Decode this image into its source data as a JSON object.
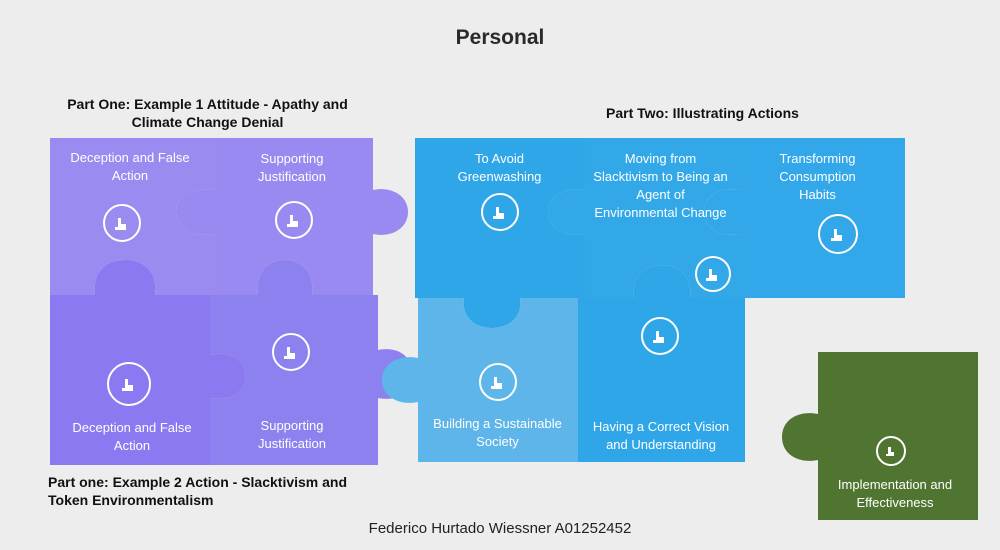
{
  "title": "Personal",
  "author": "Federico Hurtado Wiessner A01252452",
  "part_one_attitude": "Part One: Example 1 Attitude - Apathy and Climate Change Denial",
  "part_one_action": "Part one: Example 2 Action - Slacktivism and Token Environmentalism",
  "part_two": "Part Two: Illustrating Actions",
  "pieces": [
    {
      "label": "Deception and False Action"
    },
    {
      "label": "Supporting Justification"
    },
    {
      "label": "Deception and False Action"
    },
    {
      "label": "Supporting Justification"
    },
    {
      "label": "To Avoid Greenwashing"
    },
    {
      "label": "Moving from Slacktivism to Being an Agent of Environmental Change"
    },
    {
      "label": "Transforming Consumption Habits"
    },
    {
      "label": "Building a Sustainable Society"
    },
    {
      "label": "Having a Correct Vision and Understanding"
    },
    {
      "label": "Implementation and Effectiveness"
    }
  ],
  "colors": {
    "purple_light": "#9a8bf0",
    "purple_mid": "#8d80ef",
    "purple_dark": "#8a79f0",
    "blue_dark": "#2fa6e8",
    "blue_light": "#5db5e9",
    "green": "#507530",
    "background": "#ededed"
  },
  "icon": "pointer-hand-icon"
}
